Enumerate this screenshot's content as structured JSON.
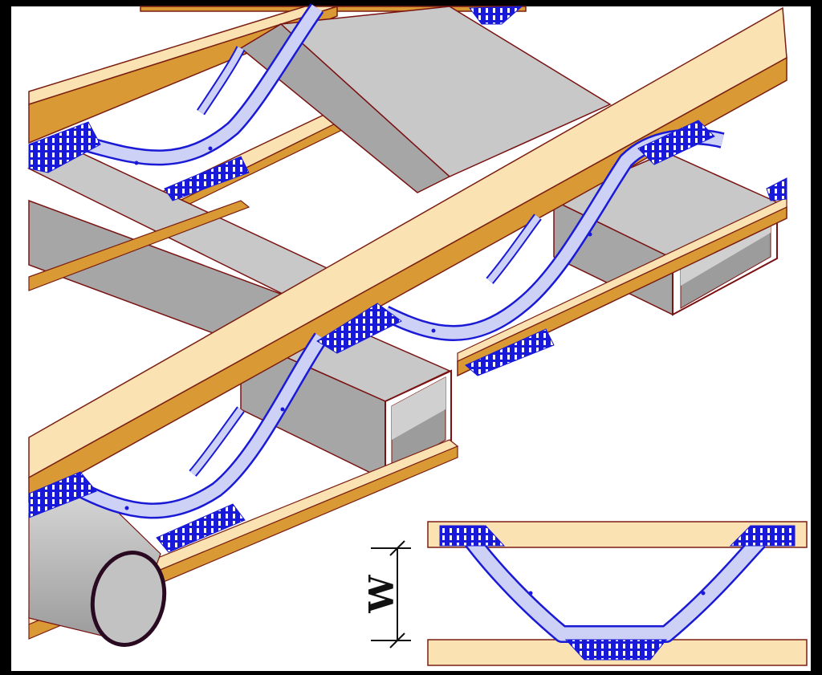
{
  "figure": {
    "dimension_label": "W",
    "colors": {
      "background": "#ffffff",
      "frame": "#000000",
      "timber_top": "#fbe2b2",
      "timber_side": "#d99a35",
      "timber_edge": "#7a1e12",
      "duct_top": "#c8c8c8",
      "duct_side": "#a6a6a6",
      "duct_inner": "#9c9c9c",
      "duct_edge": "#7a1212",
      "web": "#cdd1f5",
      "web_edge": "#1a1ad6",
      "plate": "#1919d9",
      "pipe_end": "#c2c2c2",
      "pipe_rim": "#2a0a20"
    },
    "parts": [
      "top-chord",
      "bottom-chord",
      "metal-web",
      "rectangular-duct",
      "circular-duct"
    ]
  }
}
